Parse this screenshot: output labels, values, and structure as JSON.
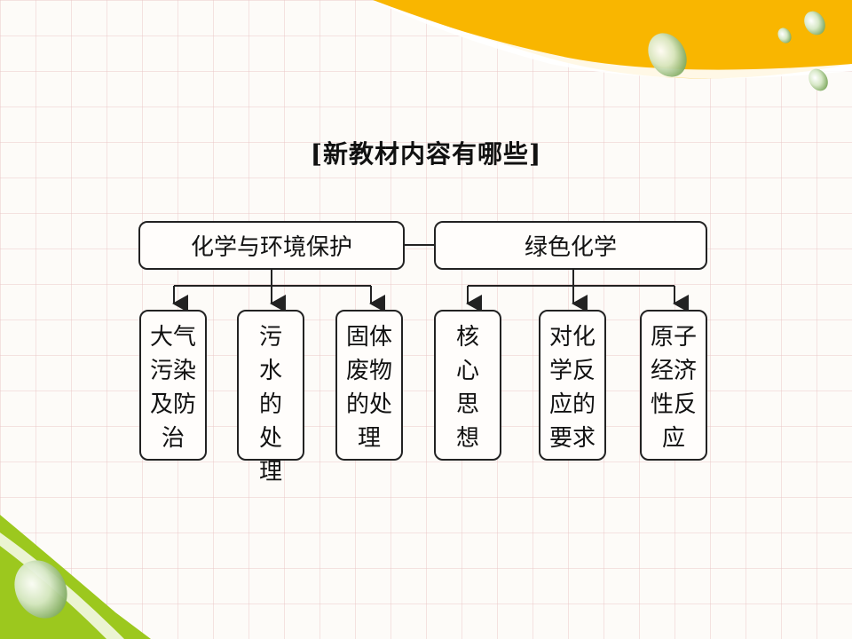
{
  "title": "[新教材内容有哪些]",
  "diagram": {
    "root_left": "化学与环境保护",
    "root_right": "绿色化学",
    "left_children": [
      "大气污染及防治",
      "污水的处理",
      "固体废物的处理"
    ],
    "right_children": [
      "核心思想",
      "对化学反应的要求",
      "原子经济性反应"
    ]
  },
  "colors": {
    "corner_yellow": "#f9b600",
    "corner_green": "#9cc81e",
    "border": "#222222"
  }
}
